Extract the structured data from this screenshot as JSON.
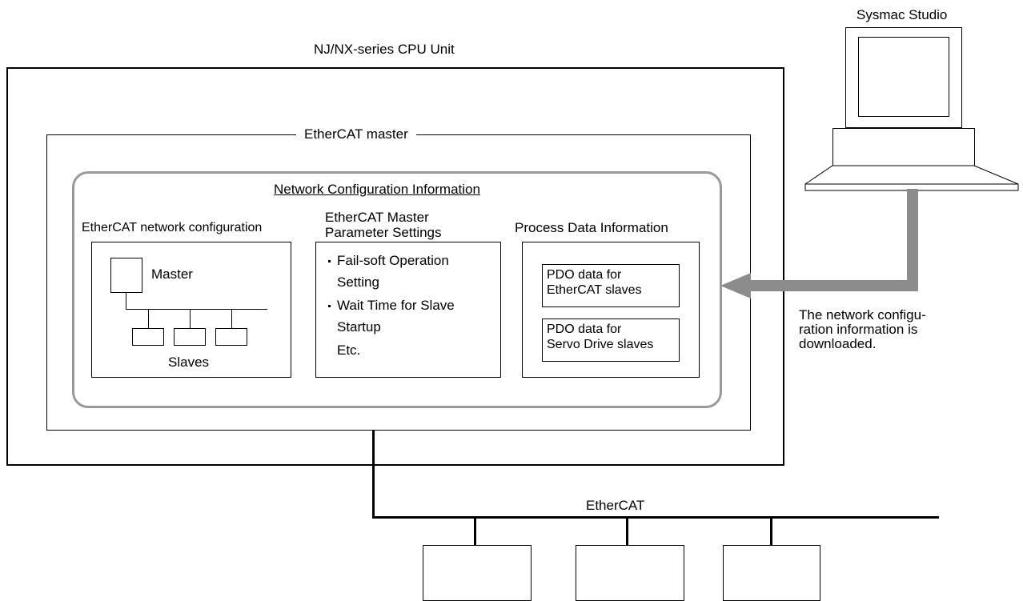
{
  "labels": {
    "cpu_unit_title": "NJ/NX-series CPU Unit",
    "master_title": "EtherCAT master",
    "sysmac_title": "Sysmac Studio",
    "nci_title": "Network Configuration Information",
    "network_config_title": "EtherCAT network configuration",
    "master_label": "Master",
    "slaves_label": "Slaves",
    "param_title_line1": "EtherCAT Master",
    "param_title_line2": "Parameter Settings",
    "param_item1_line1": "Fail-soft Operation",
    "param_item1_line2": "Setting",
    "param_item2_line1": "Wait Time for Slave",
    "param_item2_line2": "Startup",
    "param_etc": "Etc.",
    "process_data_title": "Process Data Information",
    "pdo1_line1": "PDO data for",
    "pdo1_line2": "EtherCAT slaves",
    "pdo2_line1": "PDO data for",
    "pdo2_line2": "Servo Drive slaves",
    "download_line1": "The network configu-",
    "download_line2": "ration information is",
    "download_line3": "downloaded.",
    "ethercat_label": "EtherCAT"
  },
  "colors": {
    "line": "#000000",
    "nci_border": "#9a9a9a",
    "arrow": "#8c8c8c"
  }
}
